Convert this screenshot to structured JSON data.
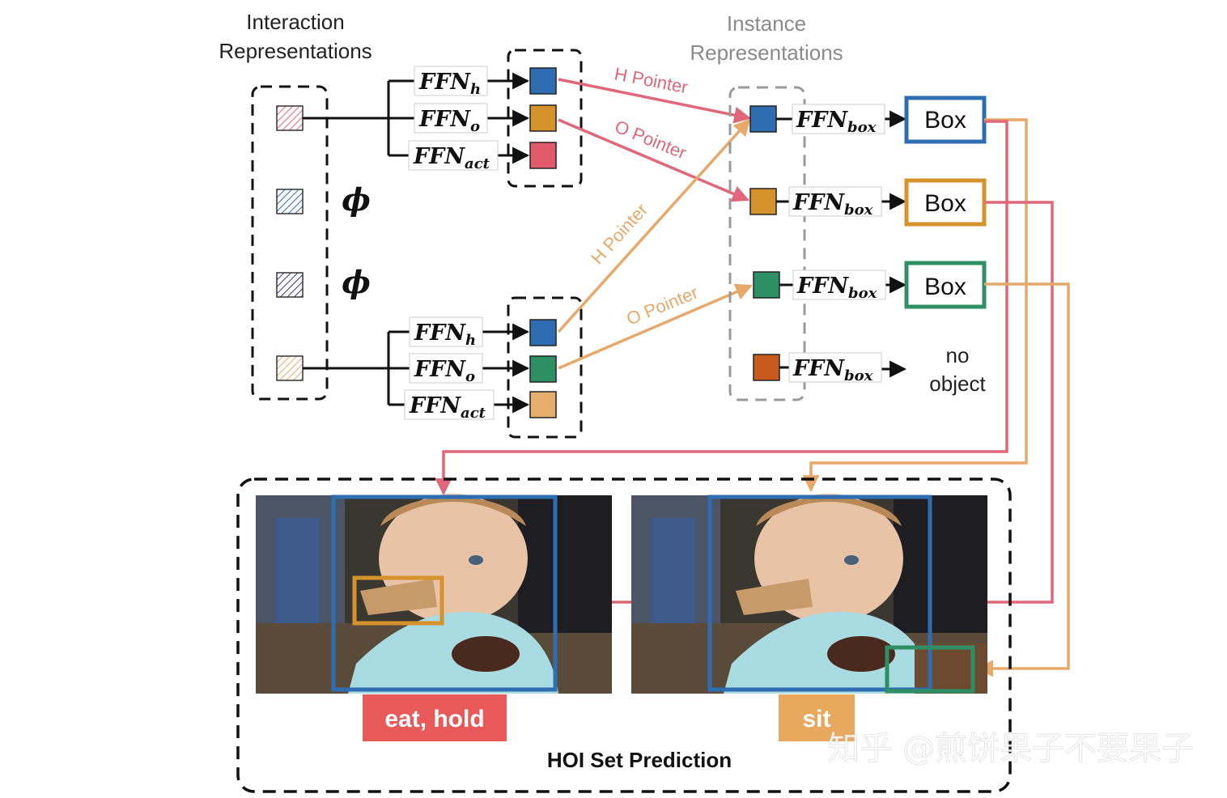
{
  "labels": {
    "interaction_line1": "Interaction",
    "interaction_line2": "Representations",
    "instance_line1": "Instance",
    "instance_line2": "Representations",
    "phi": "ϕ",
    "ffn_base": "FFN",
    "sub_h": "h",
    "sub_o": "o",
    "sub_act": "act",
    "sub_box": "box",
    "box": "Box",
    "no_object_line1": "no",
    "no_object_line2": "object",
    "h_pointer": "H Pointer",
    "o_pointer": "O Pointer",
    "tag_left": "eat, hold",
    "tag_right": "sit",
    "set_title": "HOI Set Prediction",
    "watermark": "知乎 @煎饼果子不要果子"
  },
  "colors": {
    "blue": "#2f6db3",
    "orange": "#d6922d",
    "green": "#2f8f64",
    "red_square": "#e05a6a",
    "light_orange": "#e6ae6c",
    "dark_orange": "#c85a1e",
    "pointer_red": "#e0677a",
    "pointer_orange": "#e6a96a",
    "tag_red": "#e85a5a",
    "tag_orange": "#e8a85e"
  }
}
